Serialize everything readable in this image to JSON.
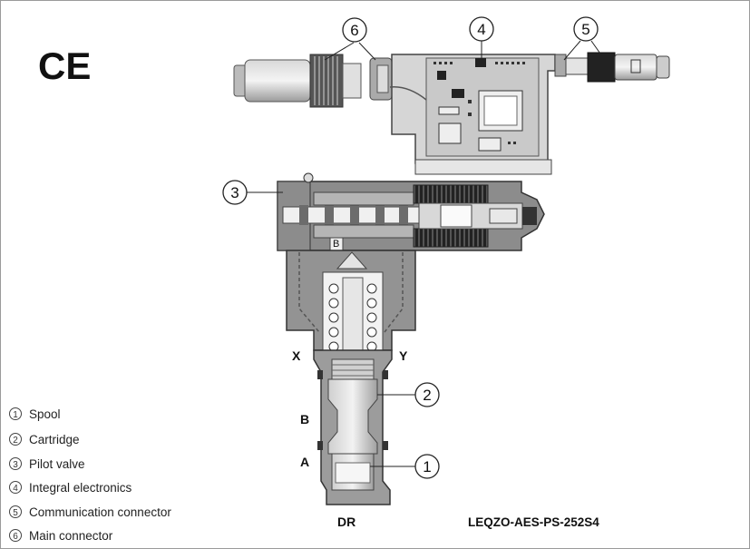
{
  "mark": "CE",
  "callouts": [
    {
      "num": "1"
    },
    {
      "num": "2"
    },
    {
      "num": "3"
    },
    {
      "num": "4"
    },
    {
      "num": "5"
    },
    {
      "num": "6"
    }
  ],
  "ports": {
    "x": "X",
    "y": "Y",
    "b": "B",
    "a": "A",
    "dr": "DR",
    "pilot_b": "B"
  },
  "legend": [
    {
      "num": "1",
      "label": "Spool"
    },
    {
      "num": "2",
      "label": "Cartridge"
    },
    {
      "num": "3",
      "label": "Pilot valve"
    },
    {
      "num": "4",
      "label": "Integral electronics"
    },
    {
      "num": "5",
      "label": "Communication connector"
    },
    {
      "num": "6",
      "label": "Main connector"
    }
  ],
  "model": "LEQZO-AES-PS-252S4",
  "colors": {
    "body": "#8f8f8f",
    "body_dark": "#555555",
    "housing": "#d4d4d4",
    "board": "#c8c8c8",
    "metal_light": "#e8e8e8"
  }
}
